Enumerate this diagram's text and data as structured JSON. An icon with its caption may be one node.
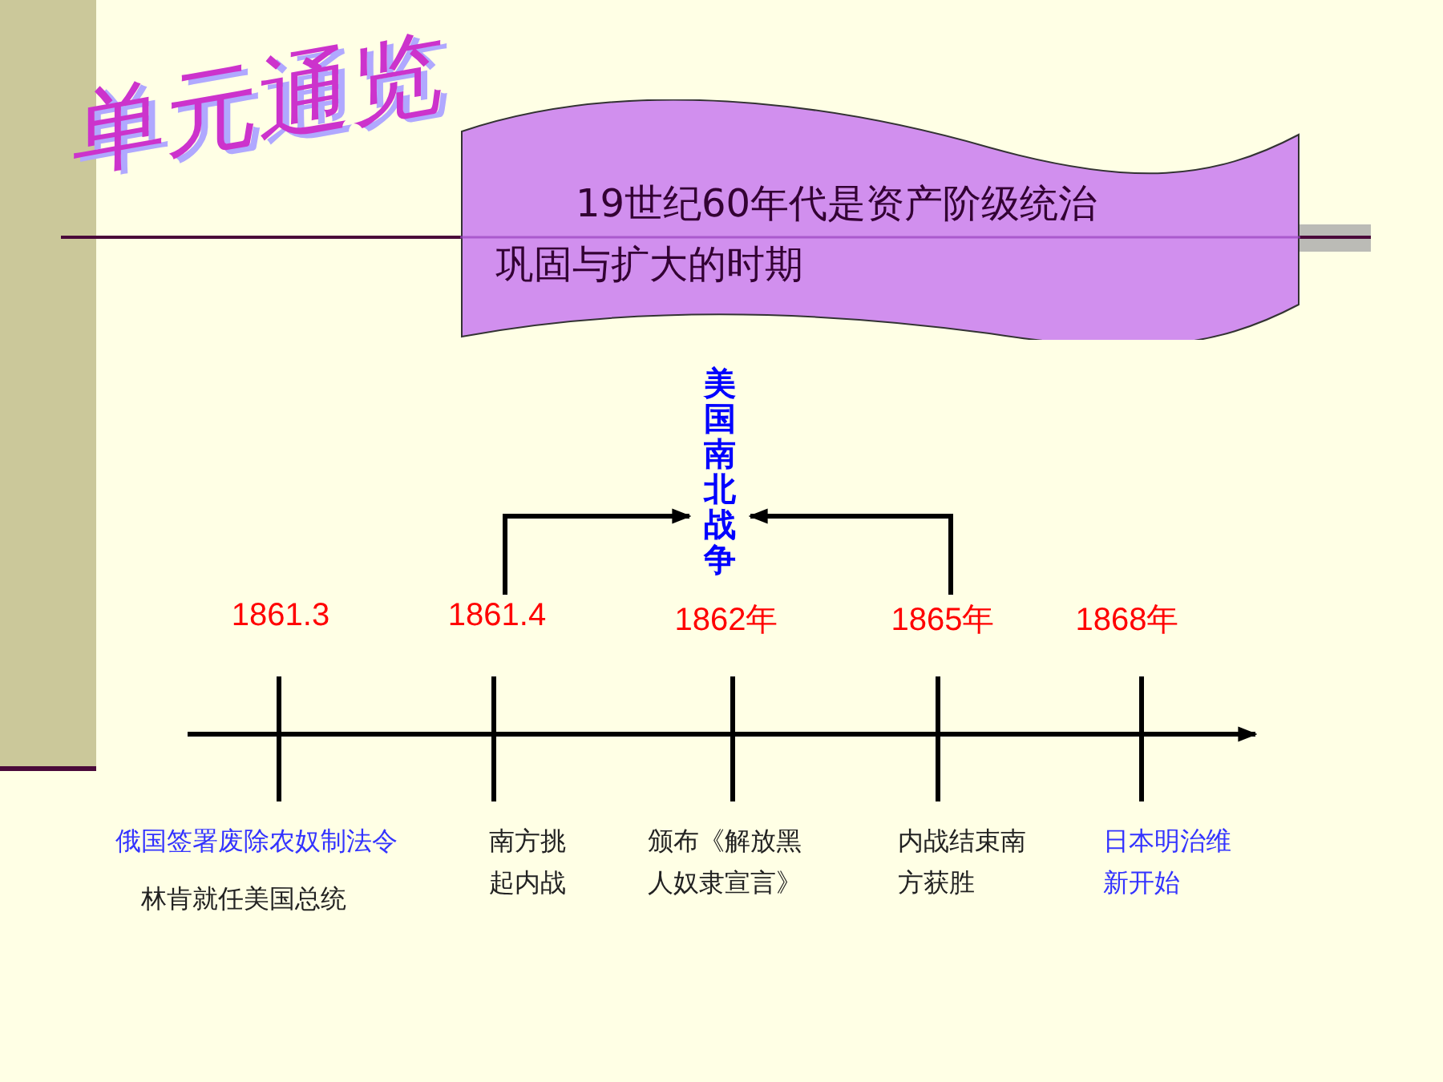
{
  "diagram": {
    "title": "单元通览",
    "nodes": [
      {
        "text": [
          "19世纪60年代是资产阶级统治巩固与扩大的时期"
        ]
      },
      {
        "text": [
          "美国南北战争"
        ]
      },
      {
        "text": [
          "1861.3"
        ]
      },
      {
        "text": [
          "1861.4"
        ]
      },
      {
        "text": [
          "1862年"
        ]
      },
      {
        "text": [
          "1865年"
        ]
      },
      {
        "text": [
          "1868年"
        ]
      }
    ],
    "edges": [
      {
        "from": 3,
        "to": 1,
        "arrow": "to"
      },
      {
        "from": 5,
        "to": 1,
        "arrow": "to"
      }
    ],
    "labels": [
      "俄国签署废除农奴制法令",
      "南方挑起内战",
      "颁布《解放黑人奴隶宣言》",
      "内战结束南方获胜",
      "日本明治维新开始",
      "林肯就任美国总统"
    ]
  }
}
